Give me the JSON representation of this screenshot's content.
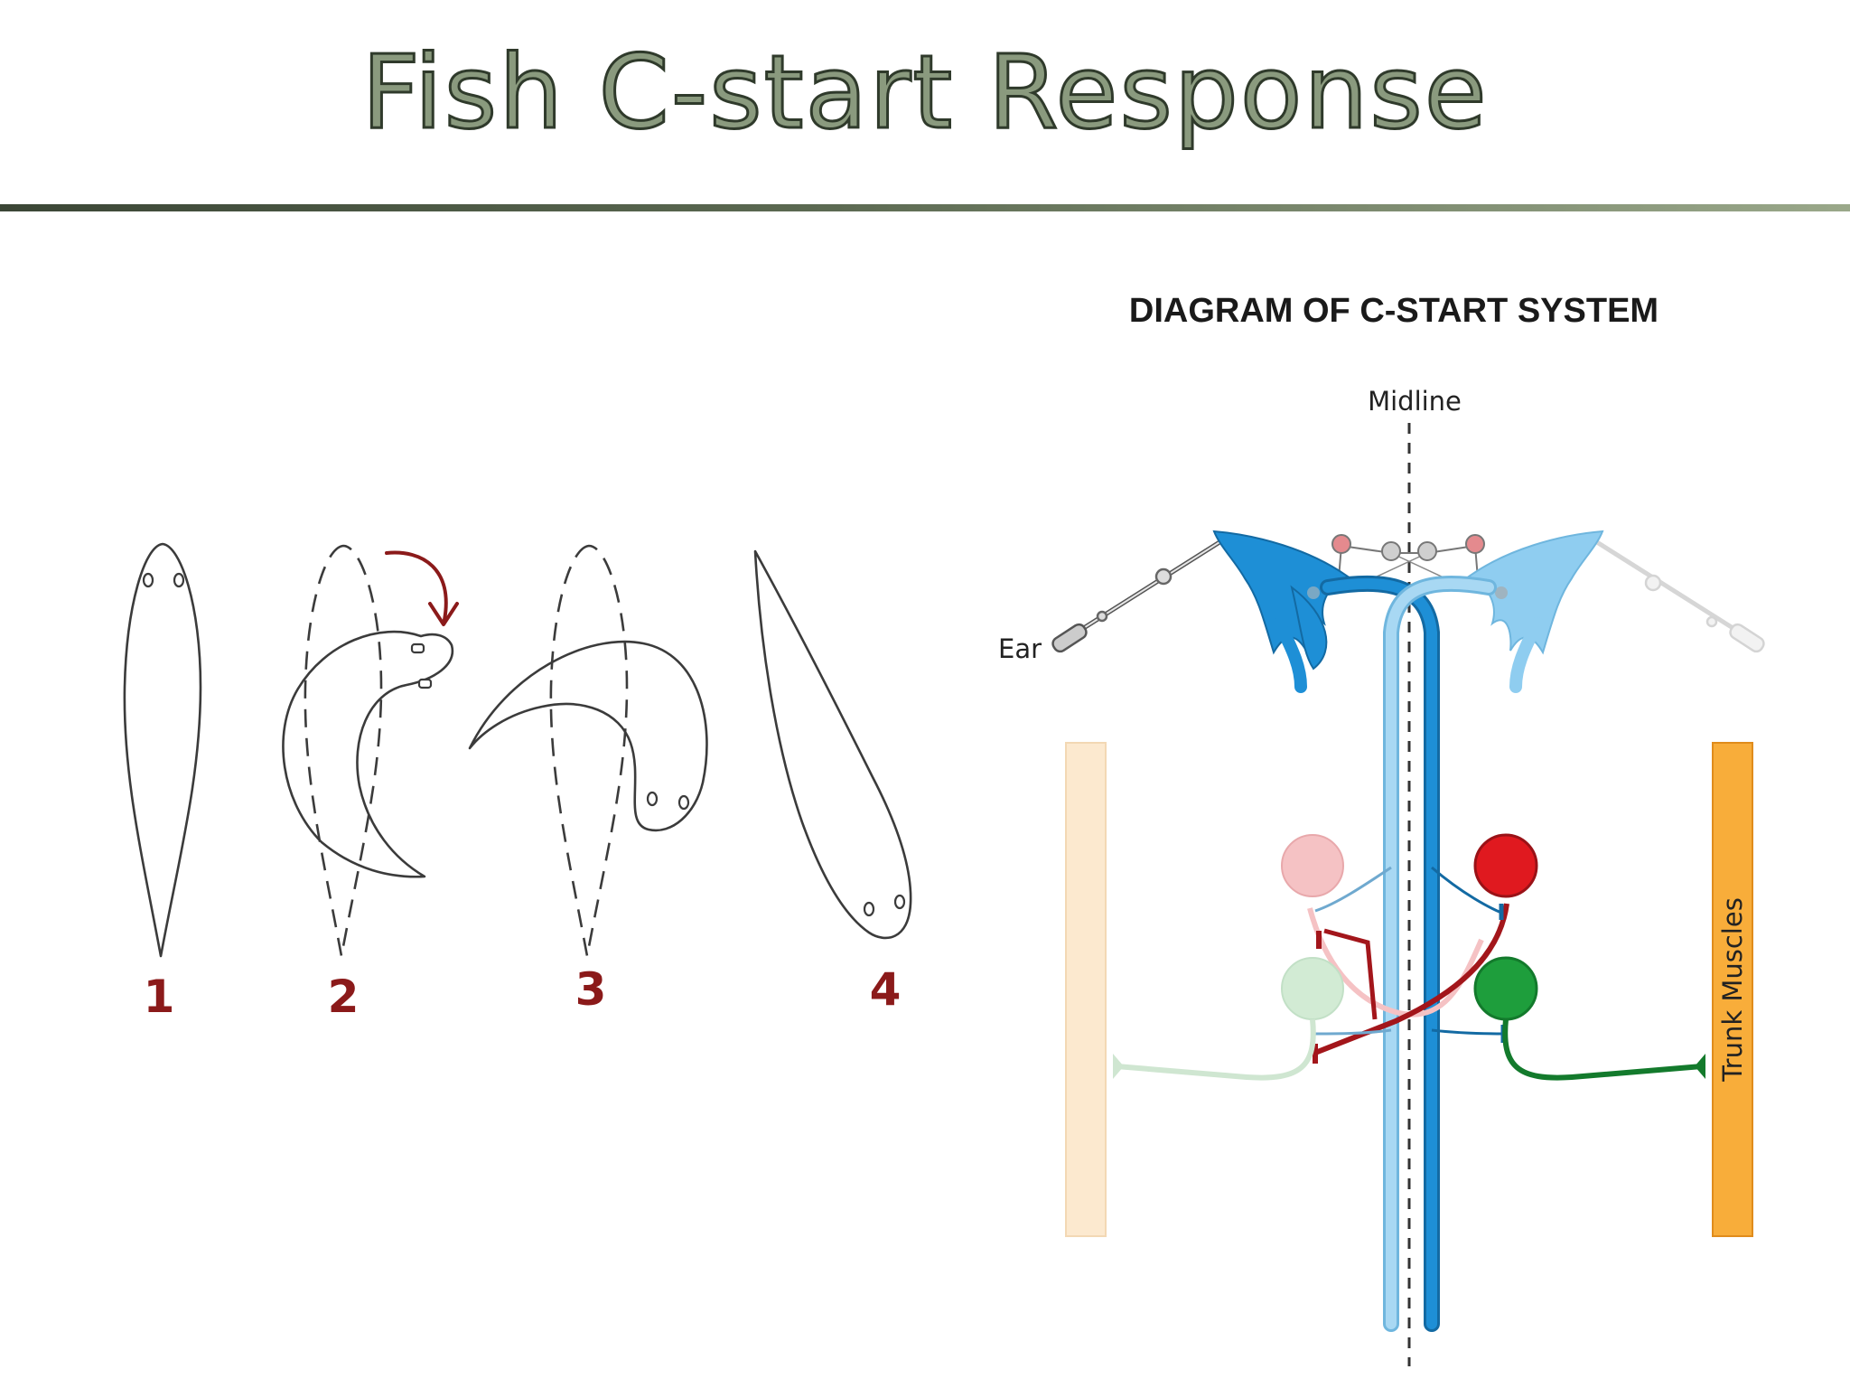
{
  "slide": {
    "title": "Fish C-start Response"
  },
  "sequence": {
    "frames": [
      "1",
      "2",
      "3",
      "4"
    ]
  },
  "diagram": {
    "title": "DIAGRAM OF C-START SYSTEM",
    "labels": {
      "midline": "Midline",
      "ear": "Ear",
      "trunk_muscles": "Trunk Muscles"
    },
    "colors": {
      "mauthner_active": "#1e8fd6",
      "mauthner_inactive": "#8fcdf0",
      "inhibitory_neuron_active": "#e0191f",
      "inhibitory_neuron_inactive": "#f5c2c4",
      "motor_neuron_active": "#1e9e3c",
      "motor_neuron_inactive": "#d2ebd4",
      "trunk_muscle_active": "#f8ad3a",
      "trunk_muscle_inactive": "#fce9cf",
      "frame_numbers": "#8b1a1a"
    }
  }
}
